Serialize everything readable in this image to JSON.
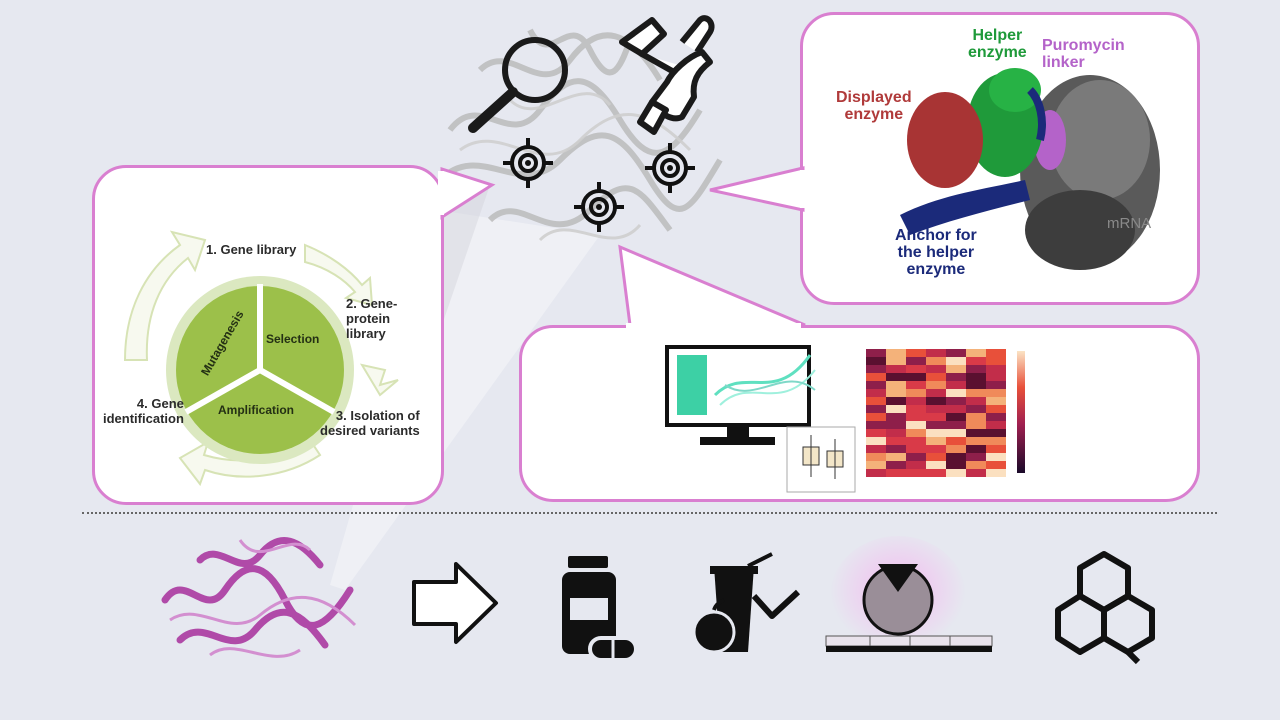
{
  "cycle": {
    "steps": [
      "1. Gene library",
      "2. Gene-\nprotein\nlibrary",
      "3. Isolation of\ndesired variants",
      "4. Gene\nidentification"
    ],
    "segments": [
      "Mutagenesis",
      "Selection",
      "Amplification"
    ]
  },
  "display_complex": {
    "labels": {
      "displayed": "Displayed\nenzyme",
      "helper": "Helper\nenzyme",
      "puromycin": "Puromycin\nlinker",
      "anchor": "Anchor for\nthe helper\nenzyme",
      "mrna": "mRNA"
    },
    "colors": {
      "displayed": "#b03a3a",
      "helper": "#1f9a3a",
      "puromycin": "#b463c9",
      "anchor": "#1b2a7a",
      "mrna": "#8a8a8a"
    }
  },
  "colors": {
    "panel_border": "#d97fd0",
    "cycle_green": "#9cc04a",
    "background": "#e6e8f0"
  }
}
